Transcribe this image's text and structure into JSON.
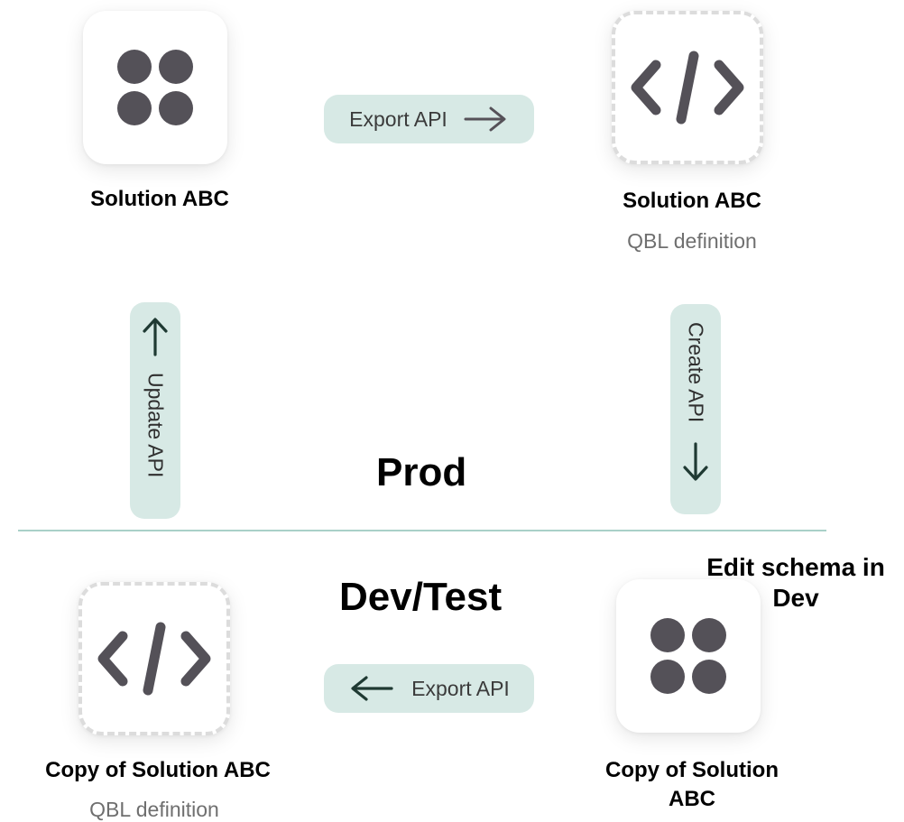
{
  "top_left": {
    "title": "Solution ABC",
    "icon": "apps-grid-icon"
  },
  "top_right": {
    "title": "Solution ABC",
    "subtitle": "QBL definition",
    "icon": "code-icon"
  },
  "bottom_left": {
    "title": "Copy of Solution ABC",
    "subtitle": "QBL definition",
    "icon": "code-icon"
  },
  "bottom_right": {
    "title": "Copy of Solution ABC",
    "icon": "apps-grid-icon"
  },
  "flows": {
    "export_top": "Export API",
    "export_bottom": "Export API",
    "update": "Update API",
    "create": "Create API"
  },
  "environments": {
    "prod": "Prod",
    "dev": "Dev/Test"
  },
  "edit_note": "Edit schema in Dev",
  "colors": {
    "pill": "#d7e9e5",
    "divider": "#a9d0c8",
    "icon": "#545158",
    "arrow": "#1f3a33"
  }
}
